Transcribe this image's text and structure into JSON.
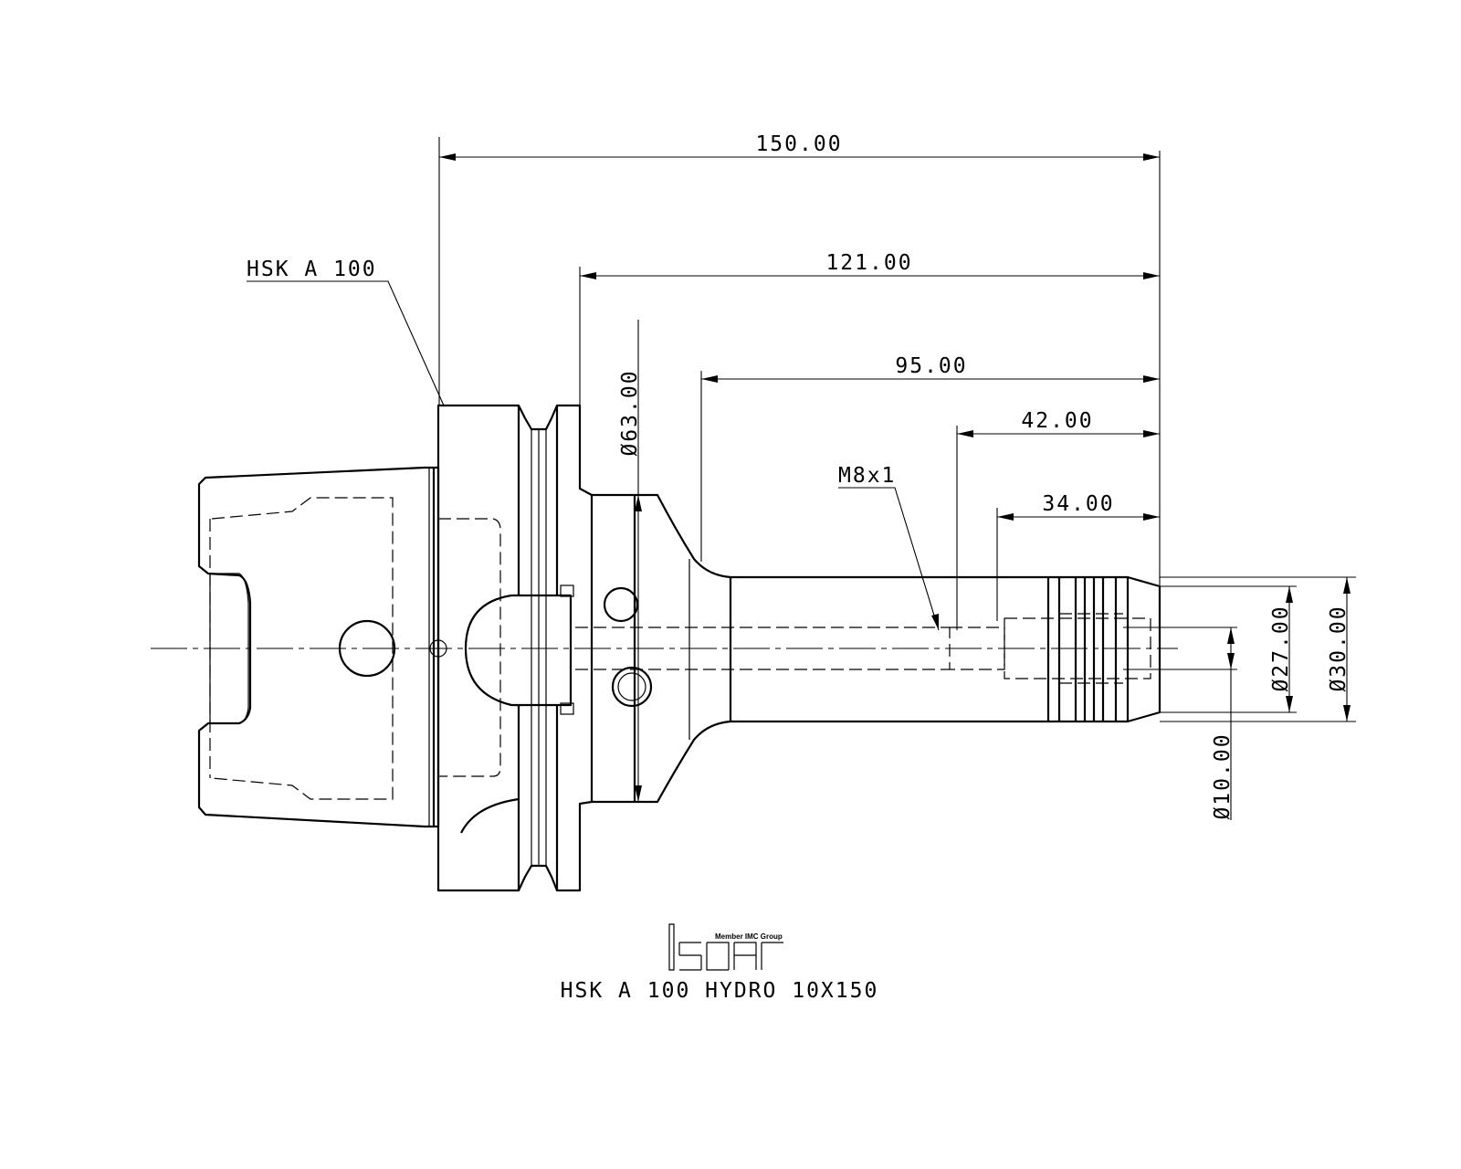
{
  "drawing": {
    "title": "HSK A 100 HYDRO 10X150",
    "brand": {
      "logo_text": "iscar",
      "tagline": "Member IMC Group"
    },
    "callouts": {
      "interface": "HSK A 100",
      "thread": "M8x1"
    },
    "dimensions": {
      "overall_length": "150.00",
      "length_from_flange": "121.00",
      "neck_length": "95.00",
      "bore_depth": "42.00",
      "clamping_length": "34.00",
      "flange_diameter": "Ø63.00",
      "shank_diameter_27": "Ø27.00",
      "shank_diameter_30": "Ø30.00",
      "bore_diameter": "Ø10.00"
    }
  }
}
